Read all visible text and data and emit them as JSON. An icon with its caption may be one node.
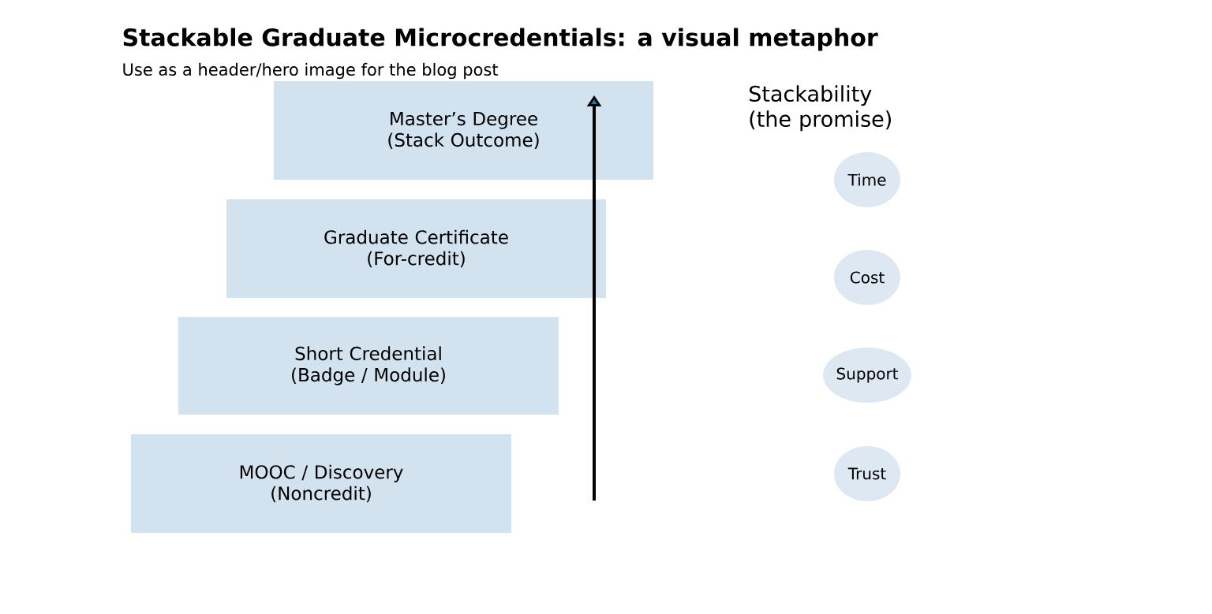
{
  "diagram": {
    "title": "Stackable Graduate Microcredentials: a visual metaphor",
    "nodes": [
      {
        "text": [
          "Master’s Degree (Stack Outcome)"
        ]
      },
      {
        "text": [
          "Graduate Certificate (For-credit)"
        ]
      },
      {
        "text": [
          "Short Credential (Badge / Module)"
        ]
      },
      {
        "text": [
          "MOOC / Discovery (Noncredit)"
        ]
      },
      {
        "text": [
          "Time"
        ]
      },
      {
        "text": [
          "Cost"
        ]
      },
      {
        "text": [
          "Support"
        ]
      },
      {
        "text": [
          "Trust"
        ]
      }
    ],
    "labels": [
      "Use as a header/hero image for the blog post",
      "Stackability (the promise)"
    ]
  }
}
